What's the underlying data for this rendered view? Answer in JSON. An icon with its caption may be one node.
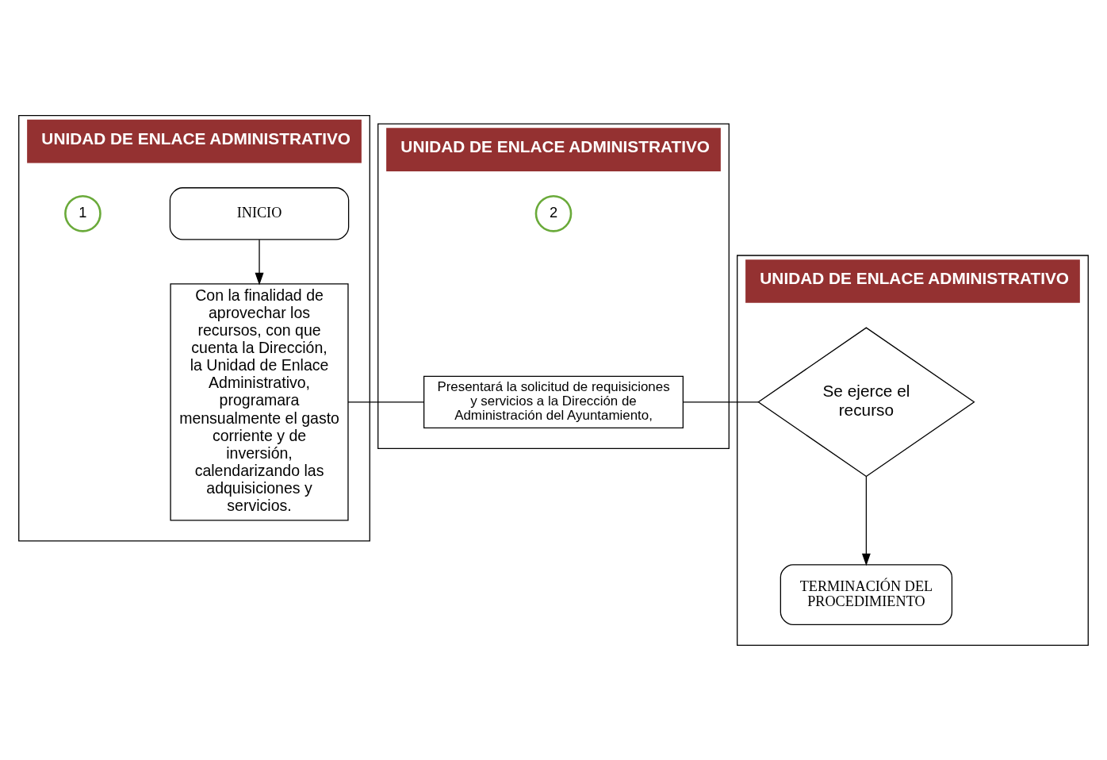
{
  "diagram": {
    "nodes": [
      {
        "text": [
          "UNIDAD DE ENLACE ADMINISTRATIVO"
        ]
      },
      {
        "text": [
          "INICIO"
        ],
        "in": 0
      },
      {
        "text": [
          "1"
        ],
        "in": 0
      },
      {
        "text": [
          "Con la finalidad de aprovechar los recursos, con que cuenta la Dirección, la Unidad de Enlace Administrativo, programara mensualmente el gasto corriente y de inversión, calendarizando las adquisiciones y servicios."
        ],
        "in": 0
      },
      {
        "text": [
          "UNIDAD DE ENLACE ADMINISTRATIVO"
        ]
      },
      {
        "text": [
          "2"
        ],
        "in": 4
      },
      {
        "text": [
          "Presentará la solicitud de requisiciones y servicios a la Dirección de Administración del Ayuntamiento,"
        ],
        "in": 4
      },
      {
        "text": [
          "UNIDAD DE ENLACE ADMINISTRATIVO"
        ]
      },
      {
        "text": [
          "Se ejerce el recurso"
        ],
        "in": 7
      },
      {
        "text": [
          "TERMINACIÓN DEL PROCEDIMIENTO"
        ],
        "in": 7
      }
    ],
    "edges": [
      {
        "from": 1,
        "to": 3,
        "arrow": "to"
      },
      {
        "from": 3,
        "to": 6,
        "arrow": "none"
      },
      {
        "from": 6,
        "to": 8,
        "arrow": "none"
      },
      {
        "from": 8,
        "to": 9,
        "arrow": "to"
      }
    ]
  }
}
